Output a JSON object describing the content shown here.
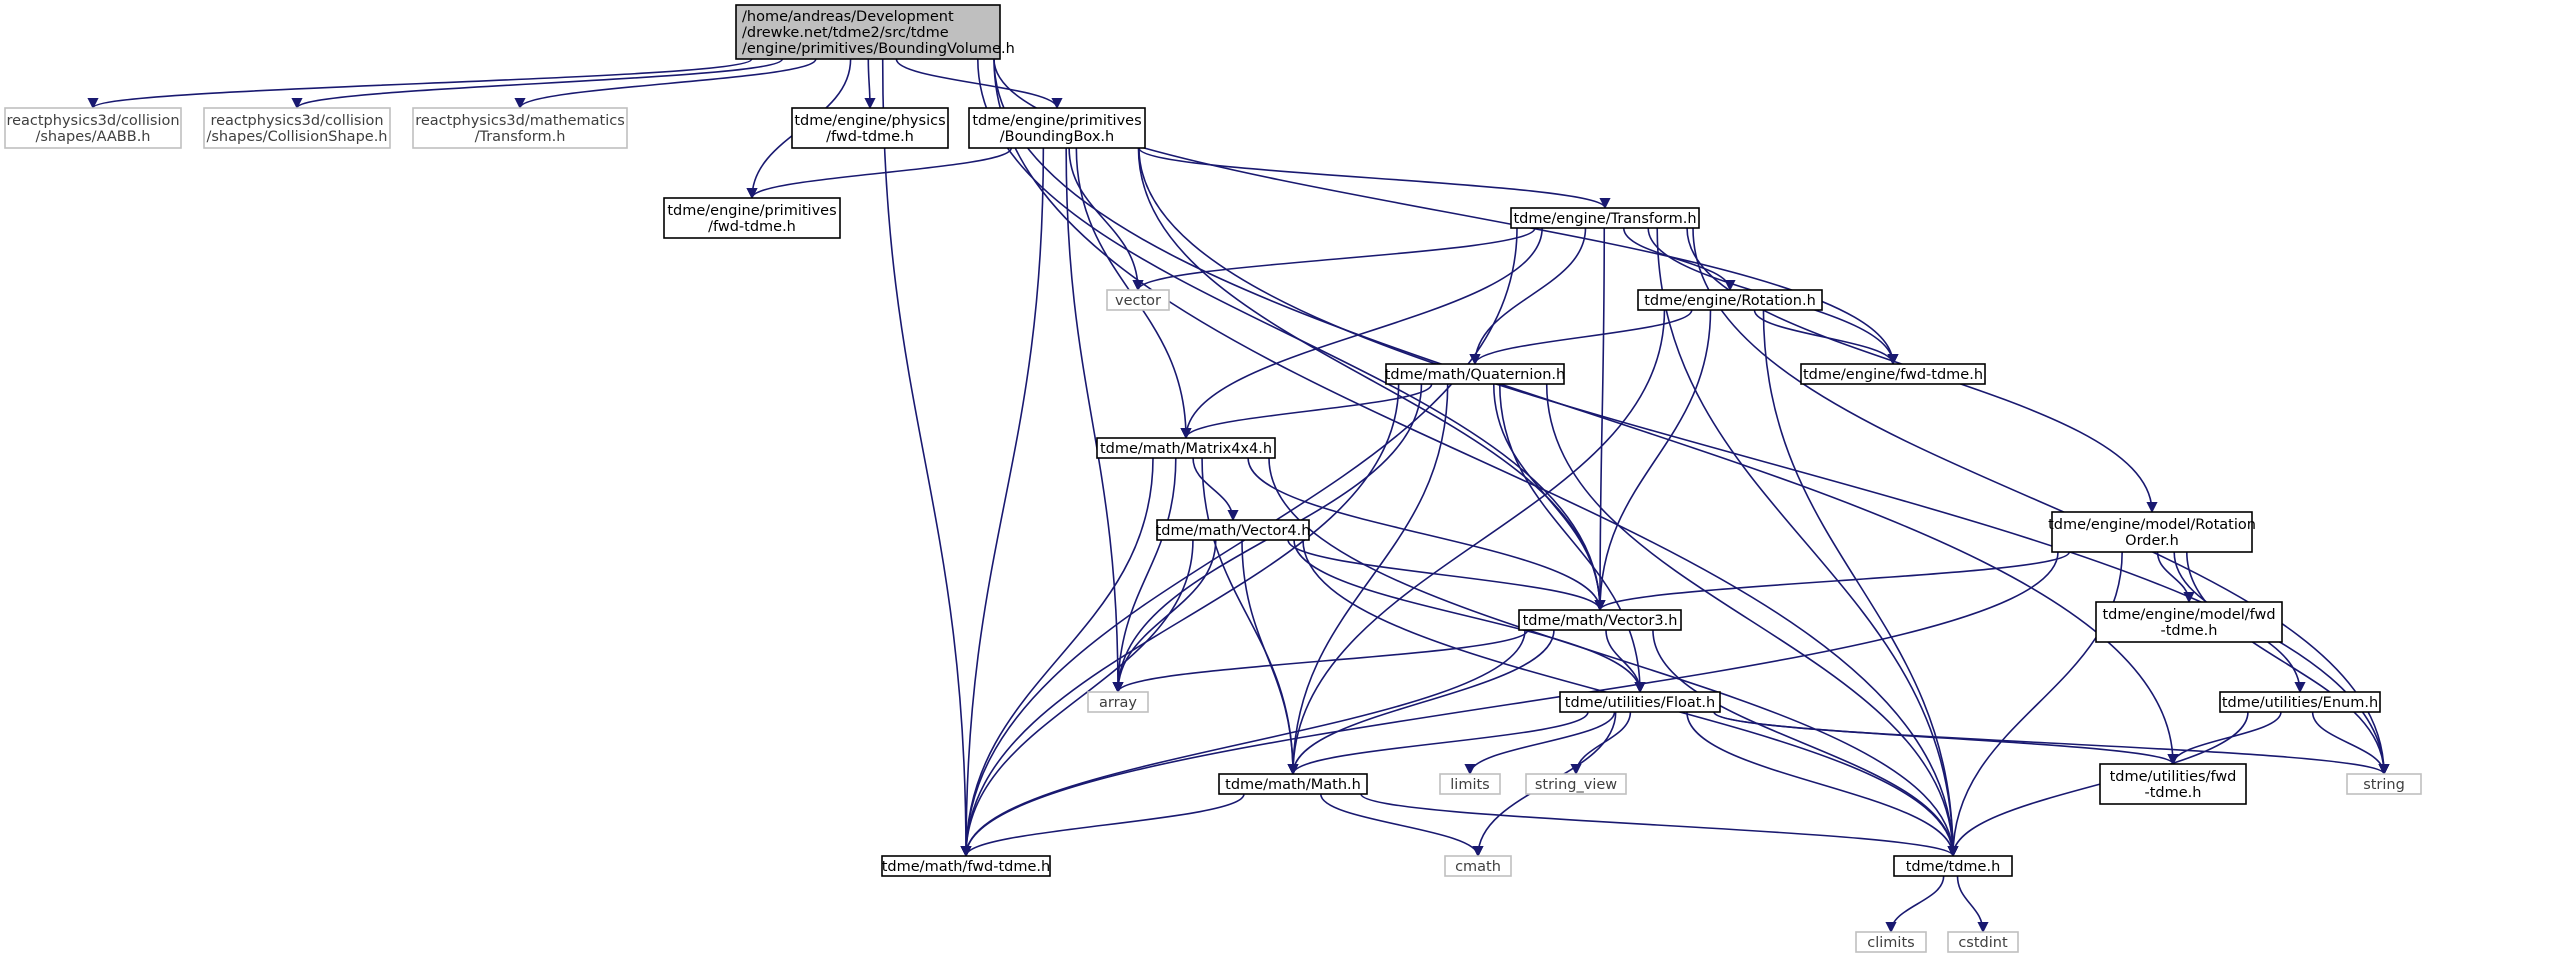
{
  "colors": {
    "edge": "#191970",
    "root_fill": "#bfbfbf",
    "node_border": "#000000",
    "external_border": "#bfbfbf",
    "external_text": "#404040",
    "node_text": "#000000"
  },
  "nodes": {
    "root": {
      "lines": [
        "/home/andreas/Development",
        "/drewke.net/tdme2/src/tdme",
        "/engine/primitives/BoundingVolume.h"
      ],
      "kind": "root"
    },
    "rp_aabb": {
      "lines": [
        "reactphysics3d/collision",
        "/shapes/AABB.h"
      ],
      "kind": "external"
    },
    "rp_collisionshape": {
      "lines": [
        "reactphysics3d/collision",
        "/shapes/CollisionShape.h"
      ],
      "kind": "external"
    },
    "rp_transform": {
      "lines": [
        "reactphysics3d/mathematics",
        "/Transform.h"
      ],
      "kind": "external"
    },
    "physics_fwd": {
      "lines": [
        "tdme/engine/physics",
        "/fwd-tdme.h"
      ],
      "kind": "internal"
    },
    "boundingbox": {
      "lines": [
        "tdme/engine/primitives",
        "/BoundingBox.h"
      ],
      "kind": "internal"
    },
    "primitives_fwd": {
      "lines": [
        "tdme/engine/primitives",
        "/fwd-tdme.h"
      ],
      "kind": "internal"
    },
    "engine_transform": {
      "lines": [
        "tdme/engine/Transform.h"
      ],
      "kind": "internal"
    },
    "vector": {
      "lines": [
        "vector"
      ],
      "kind": "external"
    },
    "engine_rotation": {
      "lines": [
        "tdme/engine/Rotation.h"
      ],
      "kind": "internal"
    },
    "engine_fwd": {
      "lines": [
        "tdme/engine/fwd-tdme.h"
      ],
      "kind": "internal"
    },
    "quaternion": {
      "lines": [
        "tdme/math/Quaternion.h"
      ],
      "kind": "internal"
    },
    "matrix4x4": {
      "lines": [
        "tdme/math/Matrix4x4.h"
      ],
      "kind": "internal"
    },
    "vector4": {
      "lines": [
        "tdme/math/Vector4.h"
      ],
      "kind": "internal"
    },
    "rotationorder": {
      "lines": [
        "tdme/engine/model/Rotation",
        "Order.h"
      ],
      "kind": "internal"
    },
    "vector3": {
      "lines": [
        "tdme/math/Vector3.h"
      ],
      "kind": "internal"
    },
    "model_fwd": {
      "lines": [
        "tdme/engine/model/fwd",
        "-tdme.h"
      ],
      "kind": "internal"
    },
    "array": {
      "lines": [
        "array"
      ],
      "kind": "external"
    },
    "float": {
      "lines": [
        "tdme/utilities/Float.h"
      ],
      "kind": "internal"
    },
    "enum": {
      "lines": [
        "tdme/utilities/Enum.h"
      ],
      "kind": "internal"
    },
    "math": {
      "lines": [
        "tdme/math/Math.h"
      ],
      "kind": "internal"
    },
    "limits": {
      "lines": [
        "limits"
      ],
      "kind": "external"
    },
    "string_view": {
      "lines": [
        "string_view"
      ],
      "kind": "external"
    },
    "utilities_fwd": {
      "lines": [
        "tdme/utilities/fwd",
        "-tdme.h"
      ],
      "kind": "internal"
    },
    "string": {
      "lines": [
        "string"
      ],
      "kind": "external"
    },
    "math_fwd": {
      "lines": [
        "tdme/math/fwd-tdme.h"
      ],
      "kind": "internal"
    },
    "cmath": {
      "lines": [
        "cmath"
      ],
      "kind": "external"
    },
    "tdme_h": {
      "lines": [
        "tdme/tdme.h"
      ],
      "kind": "internal"
    },
    "climits": {
      "lines": [
        "climits"
      ],
      "kind": "external"
    },
    "cstdint": {
      "lines": [
        "cstdint"
      ],
      "kind": "external"
    }
  },
  "edges": [
    [
      "root",
      "rp_aabb"
    ],
    [
      "root",
      "rp_collisionshape"
    ],
    [
      "root",
      "rp_transform"
    ],
    [
      "root",
      "physics_fwd"
    ],
    [
      "root",
      "boundingbox"
    ],
    [
      "root",
      "primitives_fwd"
    ],
    [
      "root",
      "math_fwd"
    ],
    [
      "root",
      "engine_fwd"
    ],
    [
      "root",
      "vector3"
    ],
    [
      "root",
      "utilities_fwd"
    ],
    [
      "root",
      "tdme_h"
    ],
    [
      "boundingbox",
      "primitives_fwd"
    ],
    [
      "boundingbox",
      "engine_transform"
    ],
    [
      "boundingbox",
      "vector"
    ],
    [
      "boundingbox",
      "matrix4x4"
    ],
    [
      "boundingbox",
      "vector3"
    ],
    [
      "boundingbox",
      "array"
    ],
    [
      "boundingbox",
      "math_fwd"
    ],
    [
      "boundingbox",
      "string"
    ],
    [
      "engine_transform",
      "vector"
    ],
    [
      "engine_transform",
      "engine_rotation"
    ],
    [
      "engine_transform",
      "engine_fwd"
    ],
    [
      "engine_transform",
      "quaternion"
    ],
    [
      "engine_transform",
      "matrix4x4"
    ],
    [
      "engine_transform",
      "vector3"
    ],
    [
      "engine_transform",
      "rotationorder"
    ],
    [
      "engine_transform",
      "math_fwd"
    ],
    [
      "engine_transform",
      "string"
    ],
    [
      "engine_transform",
      "tdme_h"
    ],
    [
      "engine_rotation",
      "engine_fwd"
    ],
    [
      "engine_rotation",
      "quaternion"
    ],
    [
      "engine_rotation",
      "vector3"
    ],
    [
      "engine_rotation",
      "math"
    ],
    [
      "engine_rotation",
      "tdme_h"
    ],
    [
      "quaternion",
      "matrix4x4"
    ],
    [
      "quaternion",
      "array"
    ],
    [
      "quaternion",
      "math_fwd"
    ],
    [
      "quaternion",
      "math"
    ],
    [
      "quaternion",
      "vector3"
    ],
    [
      "quaternion",
      "float"
    ],
    [
      "quaternion",
      "tdme_h"
    ],
    [
      "matrix4x4",
      "vector4"
    ],
    [
      "matrix4x4",
      "vector3"
    ],
    [
      "matrix4x4",
      "array"
    ],
    [
      "matrix4x4",
      "math_fwd"
    ],
    [
      "matrix4x4",
      "math"
    ],
    [
      "matrix4x4",
      "tdme_h"
    ],
    [
      "vector4",
      "vector3"
    ],
    [
      "vector4",
      "array"
    ],
    [
      "vector4",
      "math_fwd"
    ],
    [
      "vector4",
      "math"
    ],
    [
      "vector4",
      "float"
    ],
    [
      "vector4",
      "tdme_h"
    ],
    [
      "rotationorder",
      "vector3"
    ],
    [
      "rotationorder",
      "model_fwd"
    ],
    [
      "rotationorder",
      "enum"
    ],
    [
      "rotationorder",
      "string"
    ],
    [
      "rotationorder",
      "math_fwd"
    ],
    [
      "rotationorder",
      "tdme_h"
    ],
    [
      "vector3",
      "array"
    ],
    [
      "vector3",
      "float"
    ],
    [
      "vector3",
      "math"
    ],
    [
      "vector3",
      "math_fwd"
    ],
    [
      "vector3",
      "tdme_h"
    ],
    [
      "float",
      "math"
    ],
    [
      "float",
      "limits"
    ],
    [
      "float",
      "string_view"
    ],
    [
      "float",
      "utilities_fwd"
    ],
    [
      "float",
      "string"
    ],
    [
      "float",
      "cmath"
    ],
    [
      "float",
      "tdme_h"
    ],
    [
      "enum",
      "utilities_fwd"
    ],
    [
      "enum",
      "string"
    ],
    [
      "enum",
      "tdme_h"
    ],
    [
      "math",
      "math_fwd"
    ],
    [
      "math",
      "cmath"
    ],
    [
      "math",
      "tdme_h"
    ],
    [
      "tdme_h",
      "climits"
    ],
    [
      "tdme_h",
      "cstdint"
    ]
  ]
}
